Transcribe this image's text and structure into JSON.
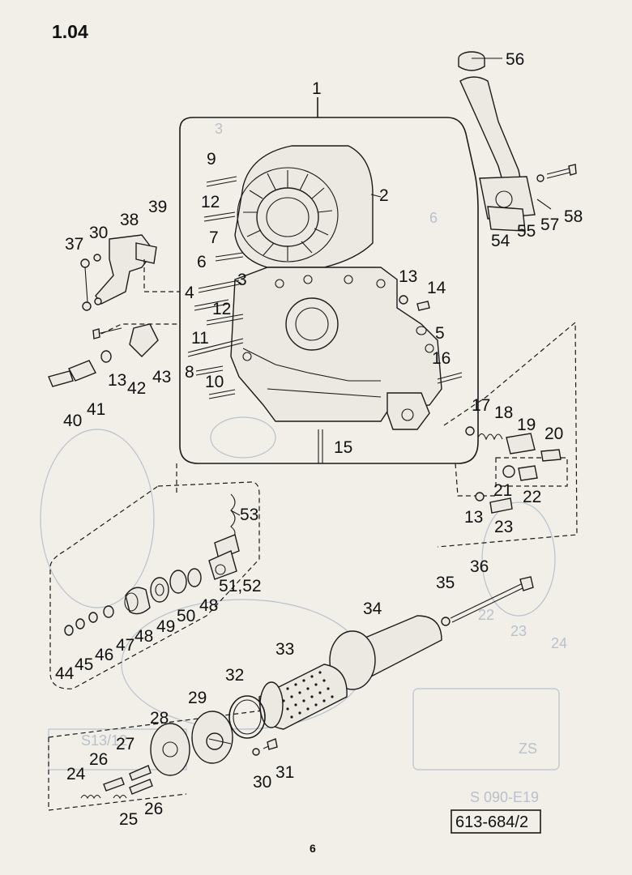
{
  "page": {
    "section": "1.04",
    "drawing_number": "613-684/2",
    "page_number": "6"
  },
  "callouts": [
    "1",
    "2",
    "3",
    "4",
    "5",
    "6",
    "7",
    "8",
    "9",
    "10",
    "11",
    "12",
    "12",
    "13",
    "13",
    "13",
    "14",
    "15",
    "16",
    "17",
    "18",
    "19",
    "20",
    "21",
    "22",
    "23",
    "24",
    "25",
    "26",
    "26",
    "27",
    "28",
    "29",
    "30",
    "30",
    "31",
    "32",
    "33",
    "34",
    "35",
    "36",
    "37",
    "38",
    "39",
    "40",
    "41",
    "42",
    "43",
    "44",
    "45",
    "46",
    "47",
    "48",
    "48",
    "49",
    "50",
    "51,52",
    "53",
    "54",
    "55",
    "56",
    "57",
    "58"
  ]
}
